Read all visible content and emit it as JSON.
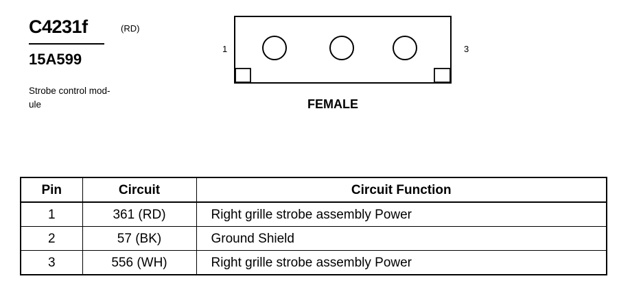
{
  "connector": {
    "id": "C4231f",
    "color_code": "(RD)",
    "part_number": "15A599",
    "description_lines": [
      "Strobe control mod-",
      "ule"
    ],
    "gender": "FEMALE",
    "pin_labels": {
      "left": "1",
      "right": "3"
    }
  },
  "table": {
    "headers": {
      "pin": "Pin",
      "circuit": "Circuit",
      "function": "Circuit Function"
    },
    "rows": [
      {
        "pin": "1",
        "circuit": "361 (RD)",
        "function": "Right grille strobe assembly Power"
      },
      {
        "pin": "2",
        "circuit": "57 (BK)",
        "function": "Ground Shield"
      },
      {
        "pin": "3",
        "circuit": "556 (WH)",
        "function": "Right grille strobe assembly Power"
      }
    ]
  }
}
